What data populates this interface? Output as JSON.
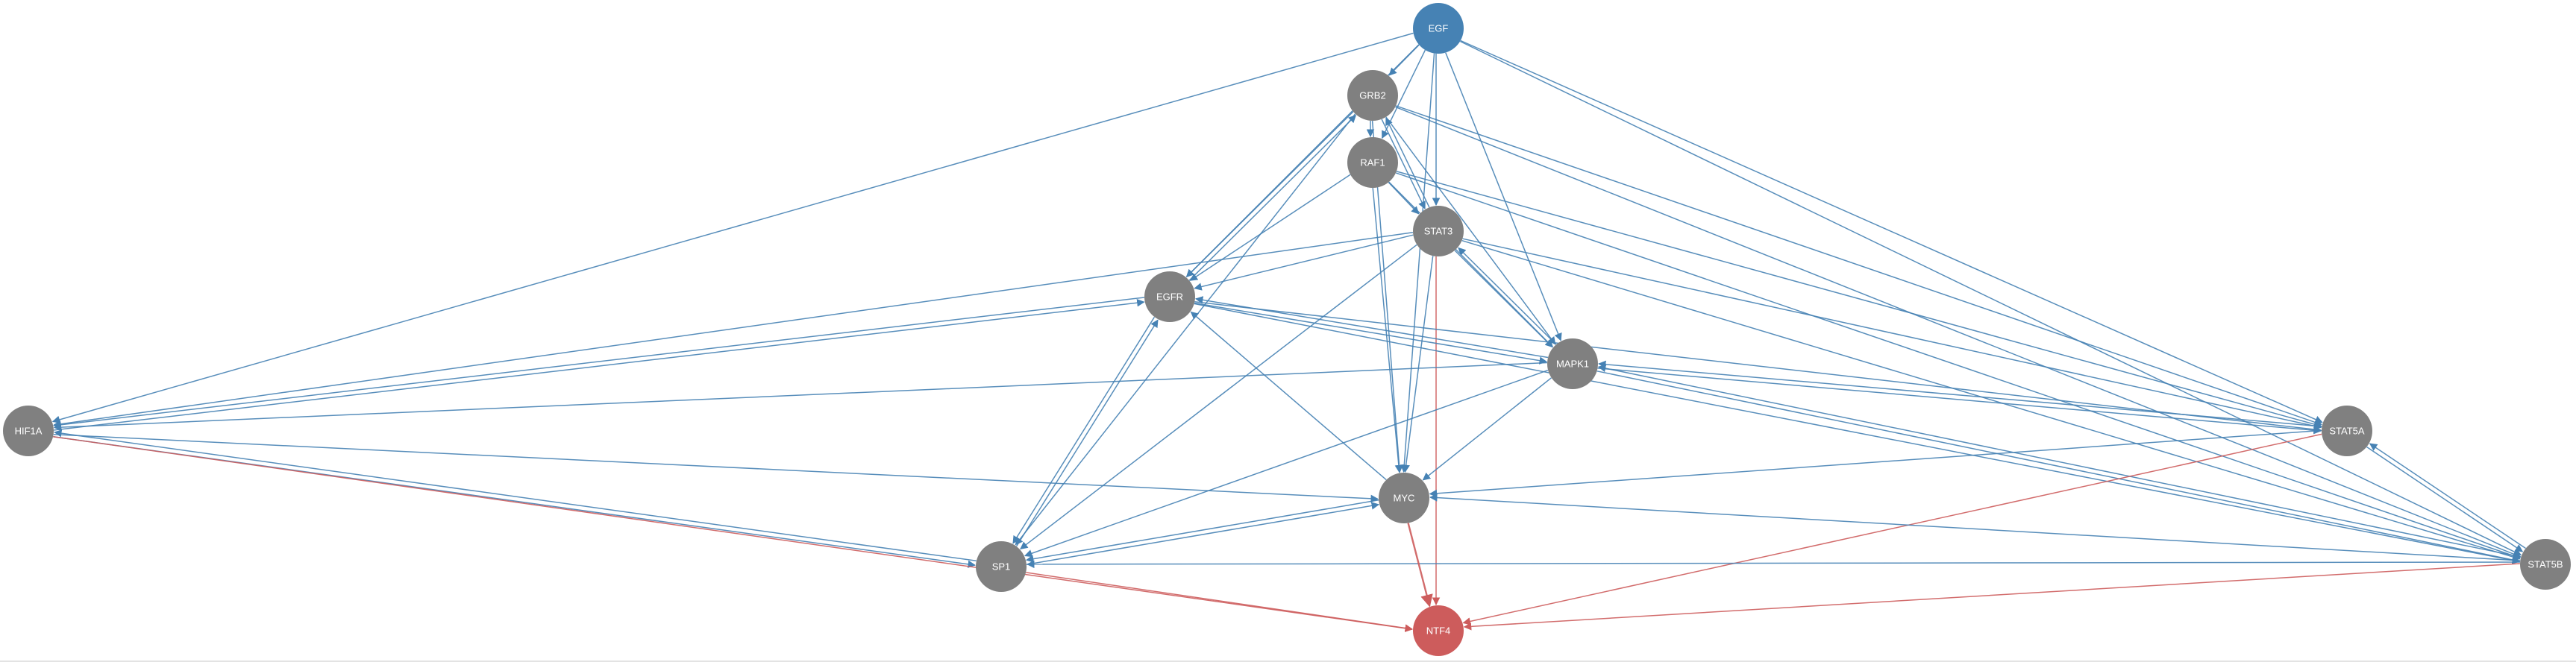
{
  "colors": {
    "default_node": "#808080",
    "source_node": "#4682b4",
    "target_node": "#cd5c5c",
    "edge_blue": "#4682b4",
    "edge_red": "#cd5c5c",
    "node_label": "#ffffff"
  },
  "graph": {
    "nodes": [
      {
        "id": "EGF",
        "label": "EGF",
        "role": "source"
      },
      {
        "id": "GRB2",
        "label": "GRB2",
        "role": "default"
      },
      {
        "id": "RAF1",
        "label": "RAF1",
        "role": "default"
      },
      {
        "id": "STAT3",
        "label": "STAT3",
        "role": "default"
      },
      {
        "id": "EGFR",
        "label": "EGFR",
        "role": "default"
      },
      {
        "id": "MAPK1",
        "label": "MAPK1",
        "role": "default"
      },
      {
        "id": "HIF1A",
        "label": "HIF1A",
        "role": "default"
      },
      {
        "id": "STAT5A",
        "label": "STAT5A",
        "role": "default"
      },
      {
        "id": "MYC",
        "label": "MYC",
        "role": "default"
      },
      {
        "id": "SP1",
        "label": "SP1",
        "role": "default"
      },
      {
        "id": "STAT5B",
        "label": "STAT5B",
        "role": "default"
      },
      {
        "id": "NTF4",
        "label": "NTF4",
        "role": "target"
      }
    ],
    "edges": [
      {
        "from": "EGF",
        "to": "GRB2",
        "color": "blue"
      },
      {
        "from": "EGF",
        "to": "RAF1",
        "color": "blue"
      },
      {
        "from": "EGF",
        "to": "STAT3",
        "color": "blue"
      },
      {
        "from": "EGF",
        "to": "EGFR",
        "color": "blue"
      },
      {
        "from": "EGF",
        "to": "MAPK1",
        "color": "blue"
      },
      {
        "from": "EGF",
        "to": "HIF1A",
        "color": "blue"
      },
      {
        "from": "EGF",
        "to": "STAT5A",
        "color": "blue"
      },
      {
        "from": "EGF",
        "to": "STAT5B",
        "color": "blue"
      },
      {
        "from": "EGF",
        "to": "MYC",
        "color": "blue"
      },
      {
        "from": "GRB2",
        "to": "RAF1",
        "color": "blue"
      },
      {
        "from": "GRB2",
        "to": "STAT3",
        "color": "blue"
      },
      {
        "from": "GRB2",
        "to": "EGFR",
        "color": "blue"
      },
      {
        "from": "EGFR",
        "to": "GRB2",
        "color": "blue"
      },
      {
        "from": "GRB2",
        "to": "MAPK1",
        "color": "blue"
      },
      {
        "from": "GRB2",
        "to": "STAT5A",
        "color": "blue"
      },
      {
        "from": "GRB2",
        "to": "STAT5B",
        "color": "blue"
      },
      {
        "from": "GRB2",
        "to": "SP1",
        "color": "blue"
      },
      {
        "from": "GRB2",
        "to": "MYC",
        "color": "blue"
      },
      {
        "from": "RAF1",
        "to": "STAT3",
        "color": "blue"
      },
      {
        "from": "RAF1",
        "to": "EGFR",
        "color": "blue"
      },
      {
        "from": "RAF1",
        "to": "MAPK1",
        "color": "blue"
      },
      {
        "from": "RAF1",
        "to": "MYC",
        "color": "blue"
      },
      {
        "from": "RAF1",
        "to": "STAT5A",
        "color": "blue"
      },
      {
        "from": "RAF1",
        "to": "STAT5B",
        "color": "blue"
      },
      {
        "from": "STAT3",
        "to": "GRB2",
        "color": "blue"
      },
      {
        "from": "STAT3",
        "to": "EGFR",
        "color": "blue"
      },
      {
        "from": "STAT3",
        "to": "MAPK1",
        "color": "blue"
      },
      {
        "from": "MAPK1",
        "to": "STAT3",
        "color": "blue"
      },
      {
        "from": "STAT3",
        "to": "HIF1A",
        "color": "blue"
      },
      {
        "from": "STAT3",
        "to": "STAT5A",
        "color": "blue"
      },
      {
        "from": "STAT3",
        "to": "STAT5B",
        "color": "blue"
      },
      {
        "from": "STAT3",
        "to": "MYC",
        "color": "blue"
      },
      {
        "from": "STAT3",
        "to": "SP1",
        "color": "blue"
      },
      {
        "from": "STAT3",
        "to": "NTF4",
        "color": "red"
      },
      {
        "from": "EGFR",
        "to": "MAPK1",
        "color": "blue"
      },
      {
        "from": "MAPK1",
        "to": "EGFR",
        "color": "blue"
      },
      {
        "from": "EGFR",
        "to": "HIF1A",
        "color": "blue"
      },
      {
        "from": "HIF1A",
        "to": "EGFR",
        "color": "blue"
      },
      {
        "from": "EGFR",
        "to": "STAT5A",
        "color": "blue"
      },
      {
        "from": "EGFR",
        "to": "STAT5B",
        "color": "blue"
      },
      {
        "from": "EGFR",
        "to": "SP1",
        "color": "blue"
      },
      {
        "from": "SP1",
        "to": "EGFR",
        "color": "blue"
      },
      {
        "from": "MYC",
        "to": "EGFR",
        "color": "blue"
      },
      {
        "from": "MAPK1",
        "to": "HIF1A",
        "color": "blue"
      },
      {
        "from": "MAPK1",
        "to": "STAT5A",
        "color": "blue"
      },
      {
        "from": "STAT5A",
        "to": "MAPK1",
        "color": "blue"
      },
      {
        "from": "MAPK1",
        "to": "STAT5B",
        "color": "blue"
      },
      {
        "from": "STAT5B",
        "to": "MAPK1",
        "color": "blue"
      },
      {
        "from": "MAPK1",
        "to": "MYC",
        "color": "blue"
      },
      {
        "from": "MAPK1",
        "to": "SP1",
        "color": "blue"
      },
      {
        "from": "HIF1A",
        "to": "MYC",
        "color": "blue"
      },
      {
        "from": "SP1",
        "to": "HIF1A",
        "color": "blue"
      },
      {
        "from": "HIF1A",
        "to": "SP1",
        "color": "blue"
      },
      {
        "from": "HIF1A",
        "to": "NTF4",
        "color": "red"
      },
      {
        "from": "STAT5A",
        "to": "STAT5B",
        "color": "blue"
      },
      {
        "from": "STAT5B",
        "to": "STAT5A",
        "color": "blue"
      },
      {
        "from": "STAT5A",
        "to": "MYC",
        "color": "blue"
      },
      {
        "from": "STAT5A",
        "to": "NTF4",
        "color": "red"
      },
      {
        "from": "STAT5B",
        "to": "MYC",
        "color": "blue"
      },
      {
        "from": "STAT5B",
        "to": "SP1",
        "color": "blue"
      },
      {
        "from": "STAT5B",
        "to": "NTF4",
        "color": "red"
      },
      {
        "from": "MYC",
        "to": "SP1",
        "color": "blue"
      },
      {
        "from": "SP1",
        "to": "MYC",
        "color": "blue"
      },
      {
        "from": "MYC",
        "to": "NTF4",
        "color": "red"
      },
      {
        "from": "SP1",
        "to": "NTF4",
        "color": "red"
      }
    ]
  }
}
